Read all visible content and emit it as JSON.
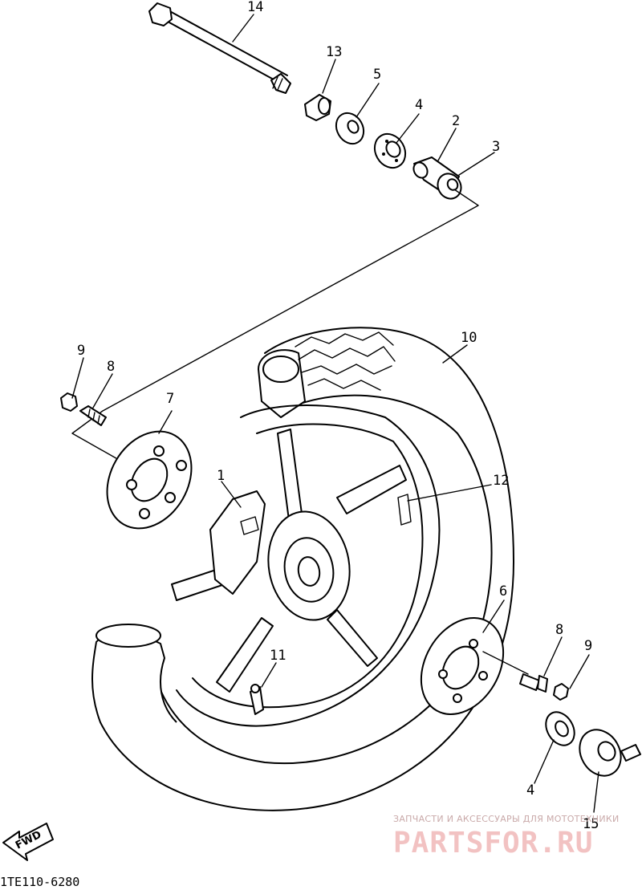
{
  "callouts": {
    "n14": "14",
    "n13": "13",
    "n5": "5",
    "n4_top": "4",
    "n2": "2",
    "n3": "3",
    "n10": "10",
    "n9_left": "9",
    "n8_left": "8",
    "n7": "7",
    "n1": "1",
    "n12": "12",
    "n6": "6",
    "n8_right": "8",
    "n9_right": "9",
    "n11": "11",
    "n4_bottom": "4",
    "n15": "15"
  },
  "fwd_label": "FWD",
  "diagram_code": "1TE110-6280",
  "watermark": {
    "tagline": "ЗАПЧАСТИ И АКСЕССУАРЫ ДЛЯ МОТОТЕХНИКИ",
    "brand": "PARTSFOR.RU"
  },
  "colors": {
    "ink": "#000000",
    "paper": "#ffffff",
    "watermark": "#f0b8b8"
  }
}
